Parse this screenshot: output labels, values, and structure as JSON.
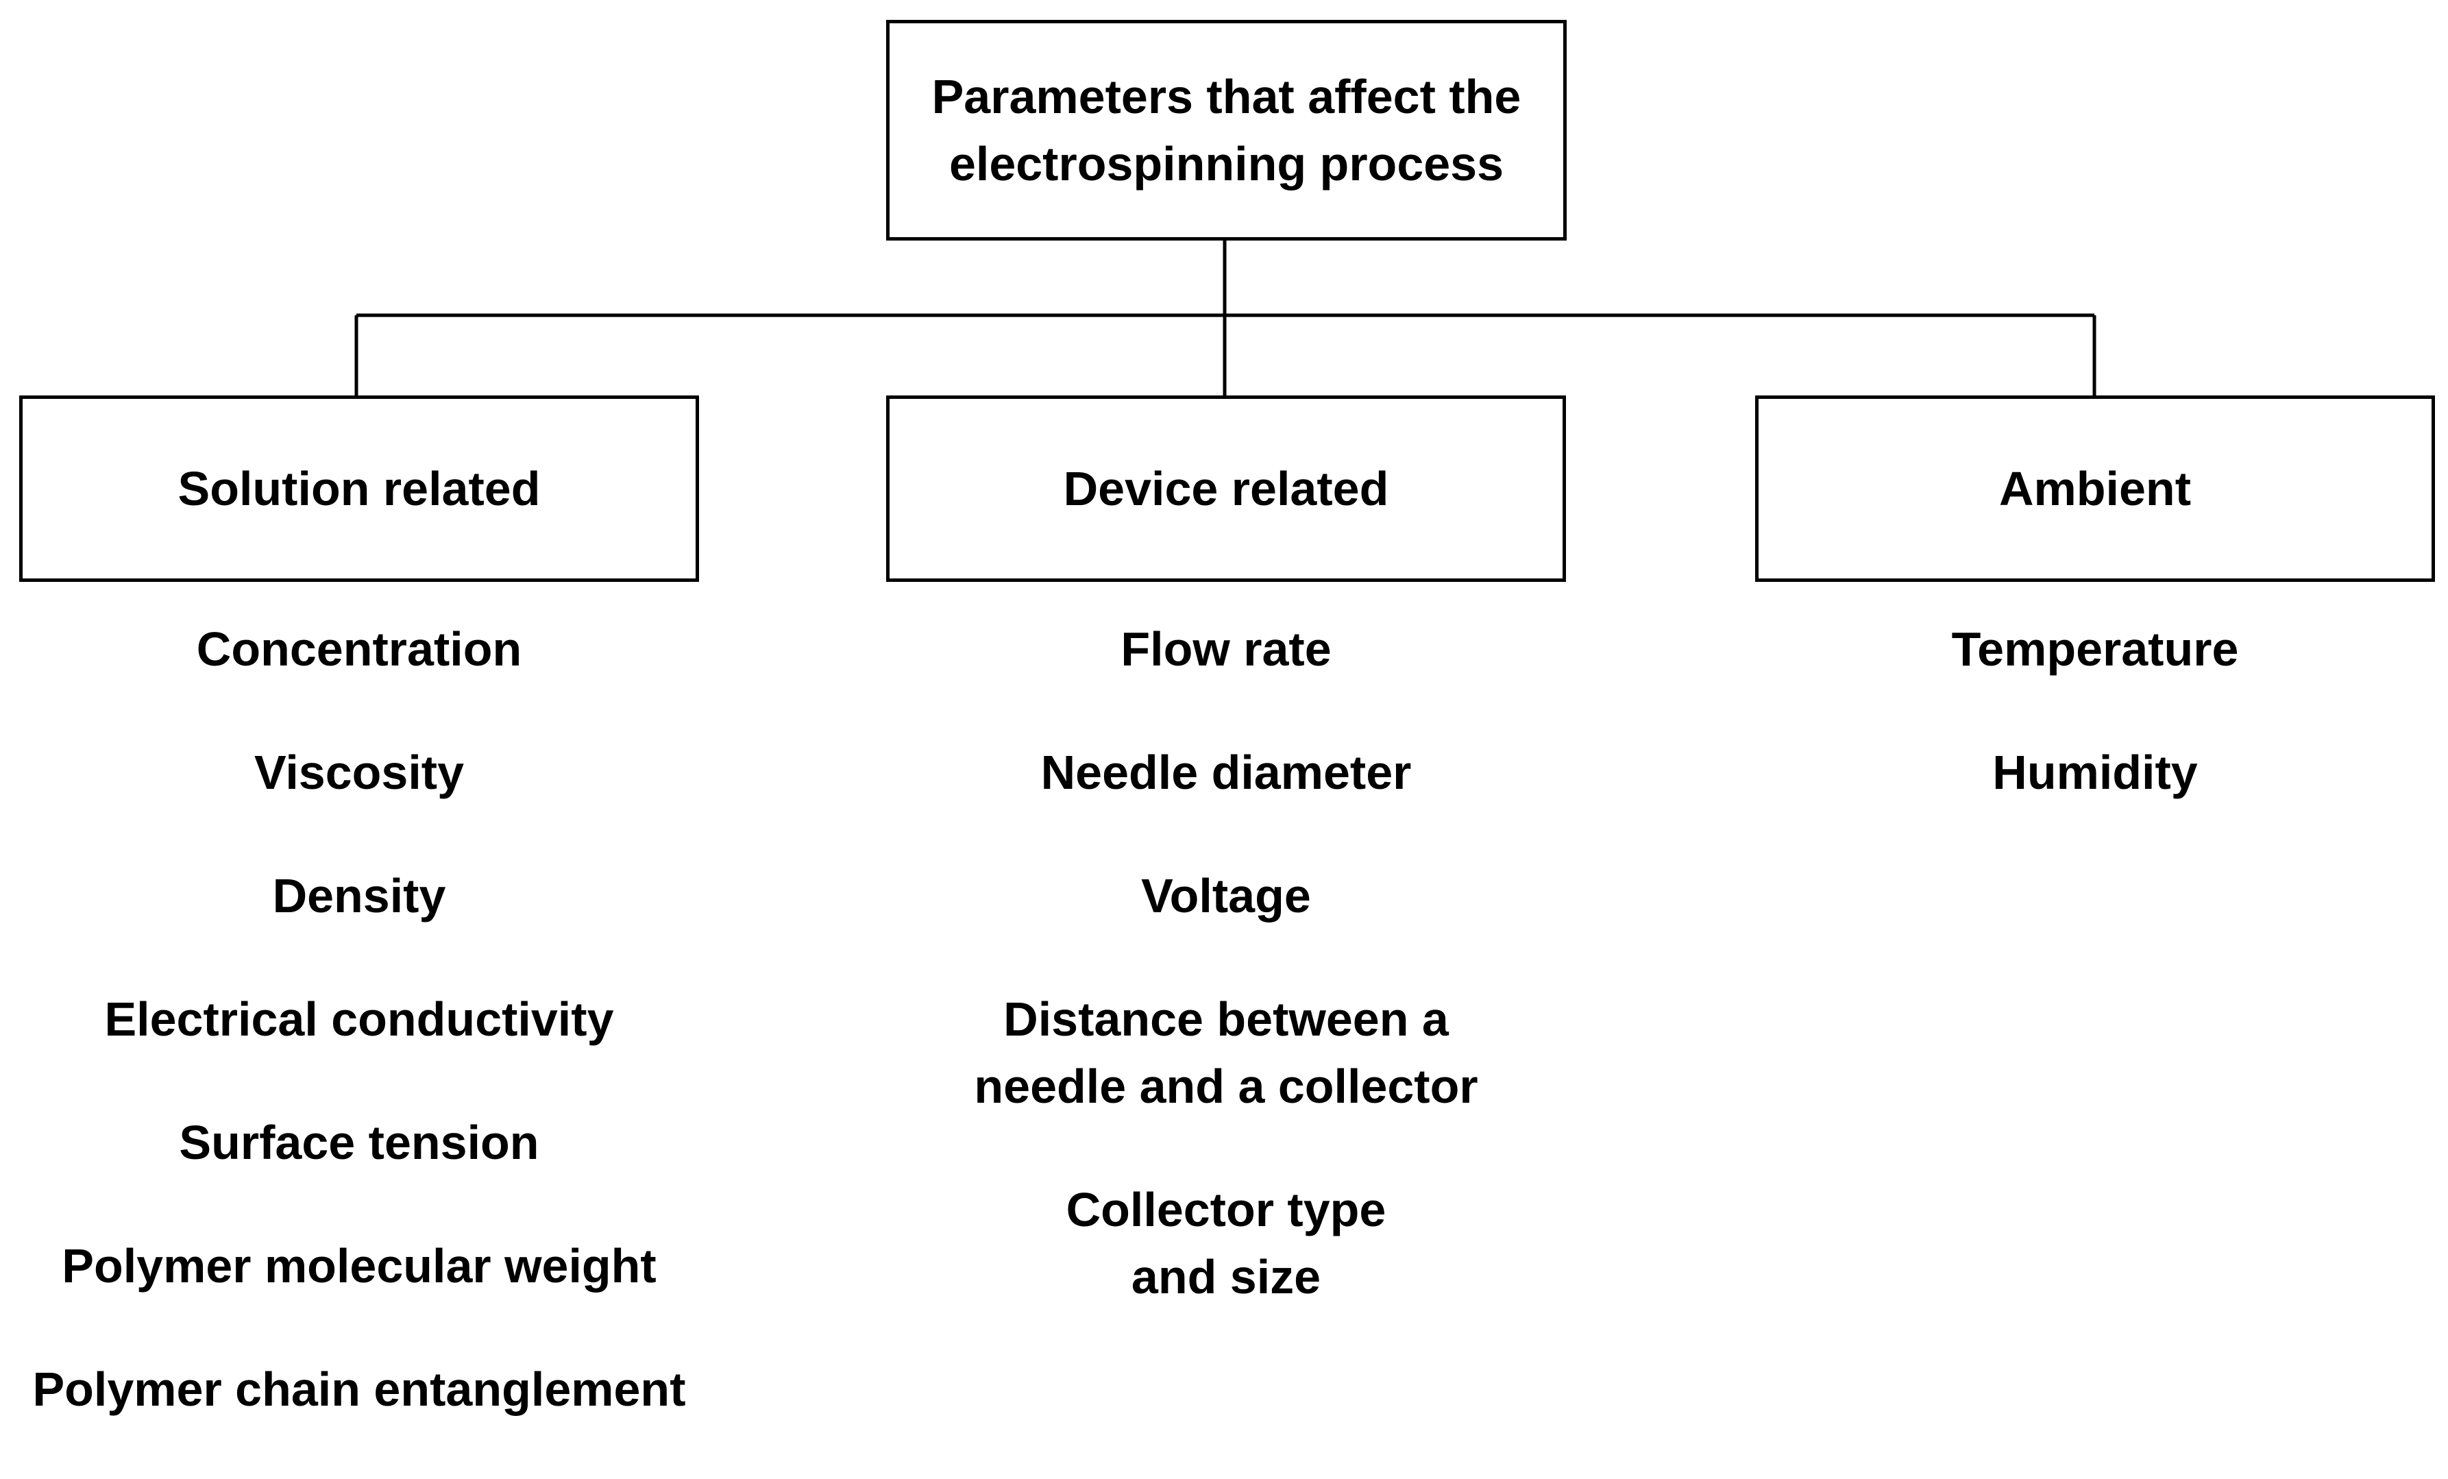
{
  "root": {
    "label_line1": "Parameters that affect the",
    "label_line2": "electrospinning process"
  },
  "categories": [
    {
      "label": "Solution related",
      "parameters": [
        "Concentration",
        "Viscosity",
        "Density",
        "Electrical conductivity",
        "Surface tension",
        "Polymer molecular weight",
        "Polymer chain entanglement"
      ]
    },
    {
      "label": "Device related",
      "parameters": [
        "Flow rate",
        "Needle diameter",
        "Voltage",
        [
          "Distance between a",
          "needle and a collector"
        ],
        [
          "Collector type",
          "and size"
        ]
      ]
    },
    {
      "label": "Ambient",
      "parameters": [
        "Temperature",
        "Humidity"
      ]
    }
  ],
  "colors": {
    "line": "#000000",
    "text": "#000000",
    "background": "#ffffff"
  }
}
